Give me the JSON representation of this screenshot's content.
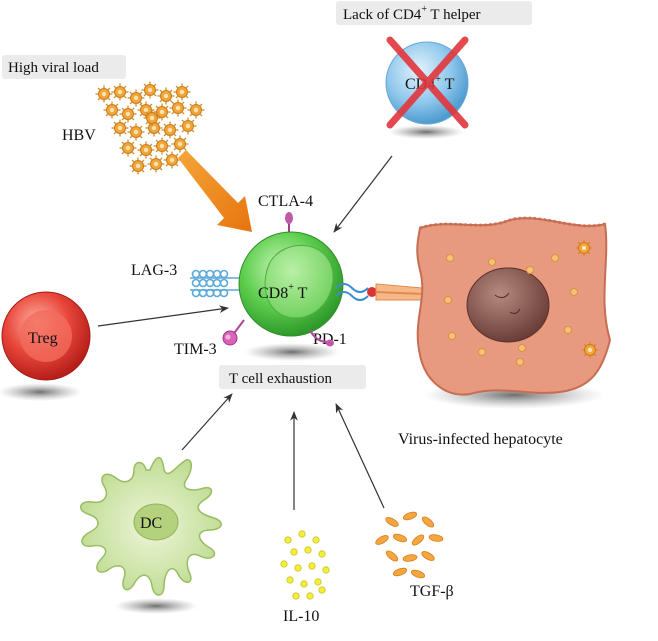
{
  "labels": {
    "high_viral_load": "High viral load",
    "hbv": "HBV",
    "lack_cd4_helper_prefix": "Lack of CD4",
    "lack_cd4_helper_sup": "+",
    "lack_cd4_helper_suffix": " T helper",
    "cd4_cell_main": "CD4",
    "cd4_cell_sup": "+",
    "cd4_cell_suffix": " T",
    "ctla4": "CTLA-4",
    "lag3": "LAG-3",
    "cd8_cell_main": "CD8",
    "cd8_cell_sup": "+",
    "cd8_cell_suffix": " T",
    "tim3": "TIM-3",
    "pd1": "PD-1",
    "t_cell_exhaustion": "T cell exhaustion",
    "treg": "Treg",
    "virus_infected_hepatocyte": "Virus-infected hepatocyte",
    "dc": "DC",
    "il10": "IL-10",
    "tgf_beta": "TGF-β"
  },
  "colors": {
    "cd8_green": "#5fcf4f",
    "cd4_blue": "#8fc8ec",
    "treg_red": "#e8463a",
    "dc_green": "#cfe3a6",
    "hepatocyte": "#e79a7f",
    "nucleus": "#8a5a52",
    "virus_orange": "#f2a63a",
    "il10_yellow": "#f2ee3a",
    "tgf_orange": "#f4a640",
    "cross_red": "#e2363c",
    "big_arrow": "#f08a1c"
  }
}
